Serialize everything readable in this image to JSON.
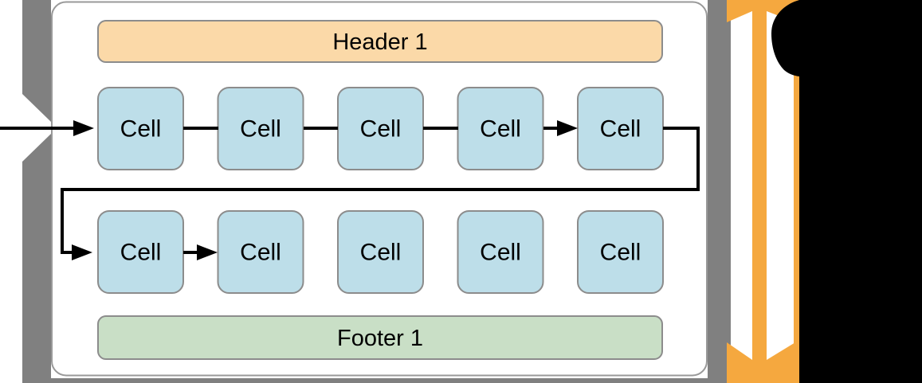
{
  "scroll_view": {
    "header": {
      "label": "Header 1"
    },
    "footer": {
      "label": "Footer 1"
    },
    "cells_row1": [
      "Cell",
      "Cell",
      "Cell",
      "Cell",
      "Cell"
    ],
    "cells_row2": [
      "Cell",
      "Cell",
      "Cell",
      "Cell",
      "Cell"
    ]
  },
  "colors": {
    "frame_gray": "#808080",
    "container_fill": "#ffffff",
    "container_border": "#999999",
    "header_fill": "#FBD9A8",
    "footer_fill": "#C9DFC6",
    "cell_fill": "#BDDEE9",
    "cell_border": "#8C8C8C",
    "flow_arrow_black": "#000000",
    "scroll_arrow_orange": "#F5A83F",
    "cropped_region_black": "#000000"
  }
}
